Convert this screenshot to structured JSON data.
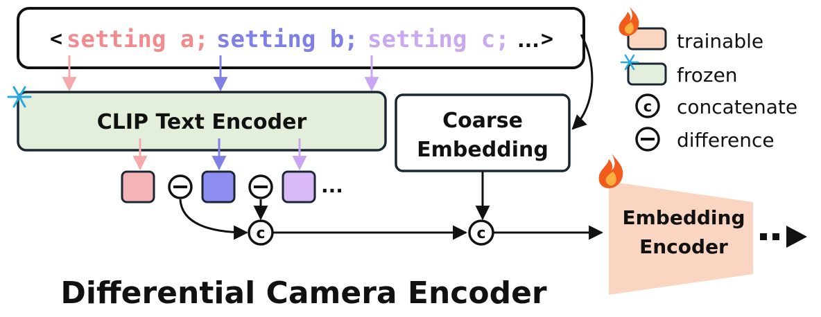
{
  "prompt_box": {
    "open_bracket": "<",
    "setting_a": "setting a;",
    "setting_b": "setting b;",
    "setting_c": "setting c;",
    "ellipsis": "...",
    "close_bracket": ">"
  },
  "clip_encoder": {
    "label": "CLIP Text Encoder"
  },
  "coarse_embedding": {
    "line1": "Coarse",
    "line2": "Embedding"
  },
  "embedding_encoder": {
    "line1": "Embedding",
    "line2": "Encoder"
  },
  "embedding_row": {
    "ellipsis": "..."
  },
  "symbols": {
    "concat": "c",
    "diff": "−"
  },
  "legend": {
    "trainable": "trainable",
    "frozen": "frozen",
    "concatenate": "concatenate",
    "difference": "difference"
  },
  "caption": "Differential Camera Encoder",
  "colors": {
    "setting_a": "#f28b8e",
    "setting_b": "#7f7fe8",
    "setting_c": "#c9a8f0",
    "frozen_fill": "#e3eedb",
    "trainable_fill": "#f9d5c2",
    "box_stroke": "#1a2633",
    "emb_a_fill": "#f4b4b6",
    "emb_b_fill": "#8e8ef0",
    "emb_c_fill": "#d6b9f5",
    "flame_outer": "#f25b1e",
    "flame_inner": "#fbb040",
    "snowflake": "#29a8e0"
  },
  "icons": [
    "flame-icon",
    "snowflake-icon"
  ]
}
